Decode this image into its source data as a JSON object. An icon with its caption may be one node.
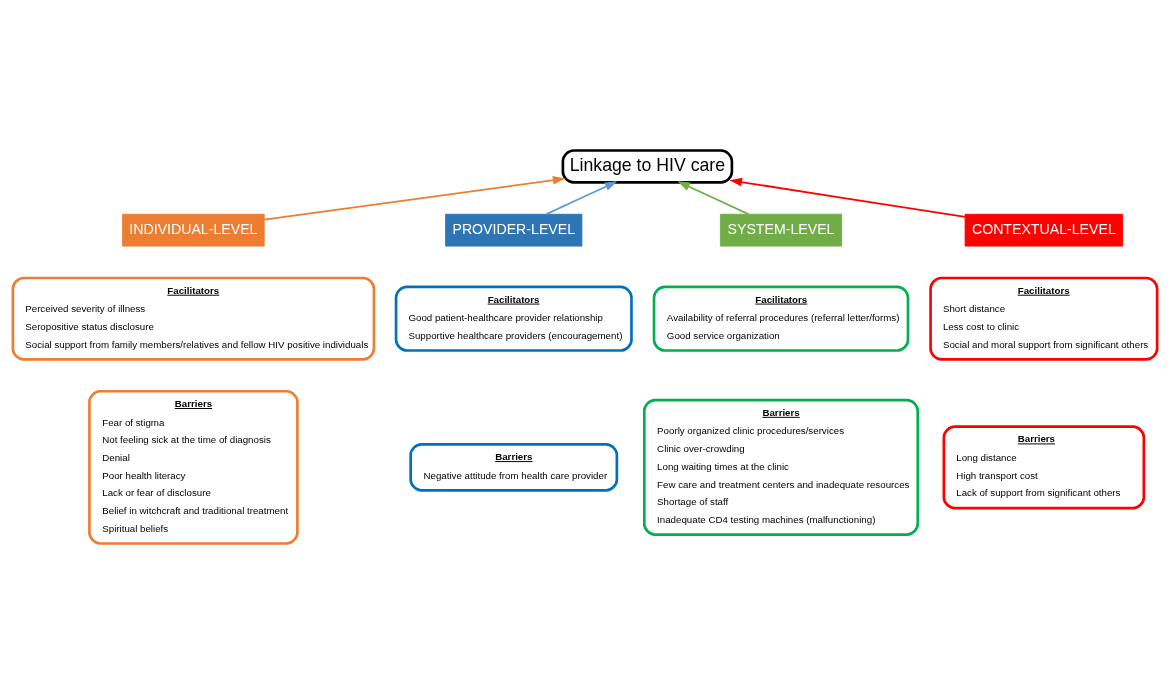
{
  "diagram": {
    "nodes": [
      {
        "text": [
          "Linkage to HIV care"
        ]
      },
      {
        "text": [
          "INDIVIDUAL-LEVEL"
        ]
      },
      {
        "text": [
          "PROVIDER-LEVEL"
        ]
      },
      {
        "text": [
          "SYSTEM-LEVEL"
        ]
      },
      {
        "text": [
          "CONTEXTUAL-LEVEL"
        ]
      },
      {
        "text": [
          "Facilitators",
          "Perceived severity of illness",
          "Seropositive status disclosure",
          "Social support from family members/relatives and fellow HIV positive individuals"
        ]
      },
      {
        "text": [
          "Barriers",
          "Fear of stigma",
          "Not feeling sick at the time of diagnosis",
          "Denial",
          "Poor health literacy",
          "Lack or fear of disclosure",
          "Belief in witchcraft and traditional treatment",
          "Spiritual beliefs"
        ]
      },
      {
        "text": [
          "Facilitators",
          "Good patient-healthcare provider relationship",
          "Supportive healthcare providers (encouragement)"
        ]
      },
      {
        "text": [
          "Barriers",
          "Negative attitude from health care provider"
        ]
      },
      {
        "text": [
          "Facilitators",
          "Availability of referral procedures (referral letter/forms)",
          "Good service organization"
        ]
      },
      {
        "text": [
          "Barriers",
          "Poorly organized clinic procedures/services",
          "Clinic over-crowding",
          "Long waiting times at the clinic",
          "Few care and treatment centers and inadequate resources",
          "Shortage of staff",
          "Inadequate CD4 testing machines (malfunctioning)"
        ]
      },
      {
        "text": [
          "Facilitators",
          "Short distance",
          "Less cost to clinic",
          "Social and moral support from significant others"
        ]
      },
      {
        "text": [
          "Barriers",
          "Long distance",
          "High transport cost",
          "Lack of support from significant others"
        ]
      }
    ],
    "edges": [
      {
        "from": 1,
        "to": 0,
        "arrow": "to",
        "color": "#ed7d31"
      },
      {
        "from": 2,
        "to": 0,
        "arrow": "to",
        "color": "#5b9bd5"
      },
      {
        "from": 3,
        "to": 0,
        "arrow": "to",
        "color": "#70ad47"
      },
      {
        "from": 4,
        "to": 0,
        "arrow": "to",
        "color": "#ff0000"
      }
    ]
  }
}
